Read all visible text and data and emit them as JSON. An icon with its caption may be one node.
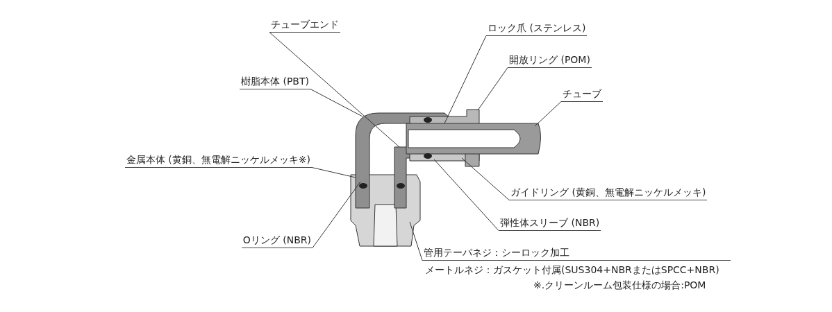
{
  "diagram": {
    "nodes": [
      {
        "text": [
          "チューブエンド"
        ]
      },
      {
        "text": [
          "ロック爪 (ステンレス)"
        ]
      },
      {
        "text": [
          "開放リング (POM)"
        ]
      },
      {
        "text": [
          "チューブ"
        ]
      },
      {
        "text": [
          "樹脂本体 (PBT)"
        ]
      },
      {
        "text": [
          "金属本体 (黄銅、無電解ニッケルメッキ※)"
        ]
      },
      {
        "text": [
          "ガイドリング (黄銅、無電解ニッケルメッキ)"
        ]
      },
      {
        "text": [
          "弾性体スリーブ (NBR)"
        ]
      },
      {
        "text": [
          "Oリング (NBR)"
        ]
      },
      {
        "text": [
          "管用テーパネジ：シーロック加工"
        ]
      }
    ],
    "edges": [
      {
        "from": 0,
        "to": null,
        "arrow": "none"
      },
      {
        "from": 1,
        "to": null,
        "arrow": "none"
      },
      {
        "from": 2,
        "to": null,
        "arrow": "none"
      },
      {
        "from": 3,
        "to": null,
        "arrow": "none"
      },
      {
        "from": 4,
        "to": null,
        "arrow": "none"
      },
      {
        "from": 5,
        "to": null,
        "arrow": "none"
      },
      {
        "from": 6,
        "to": null,
        "arrow": "none"
      },
      {
        "from": 7,
        "to": null,
        "arrow": "none"
      },
      {
        "from": 8,
        "to": null,
        "arrow": "none"
      },
      {
        "from": 9,
        "to": null,
        "arrow": "none"
      }
    ],
    "labels": [
      "メートルネジ：ガスケット付属(SUS304+NBRまたはSPCC+NBR)",
      "※.クリーンルーム包装仕様の場合:POM"
    ]
  }
}
